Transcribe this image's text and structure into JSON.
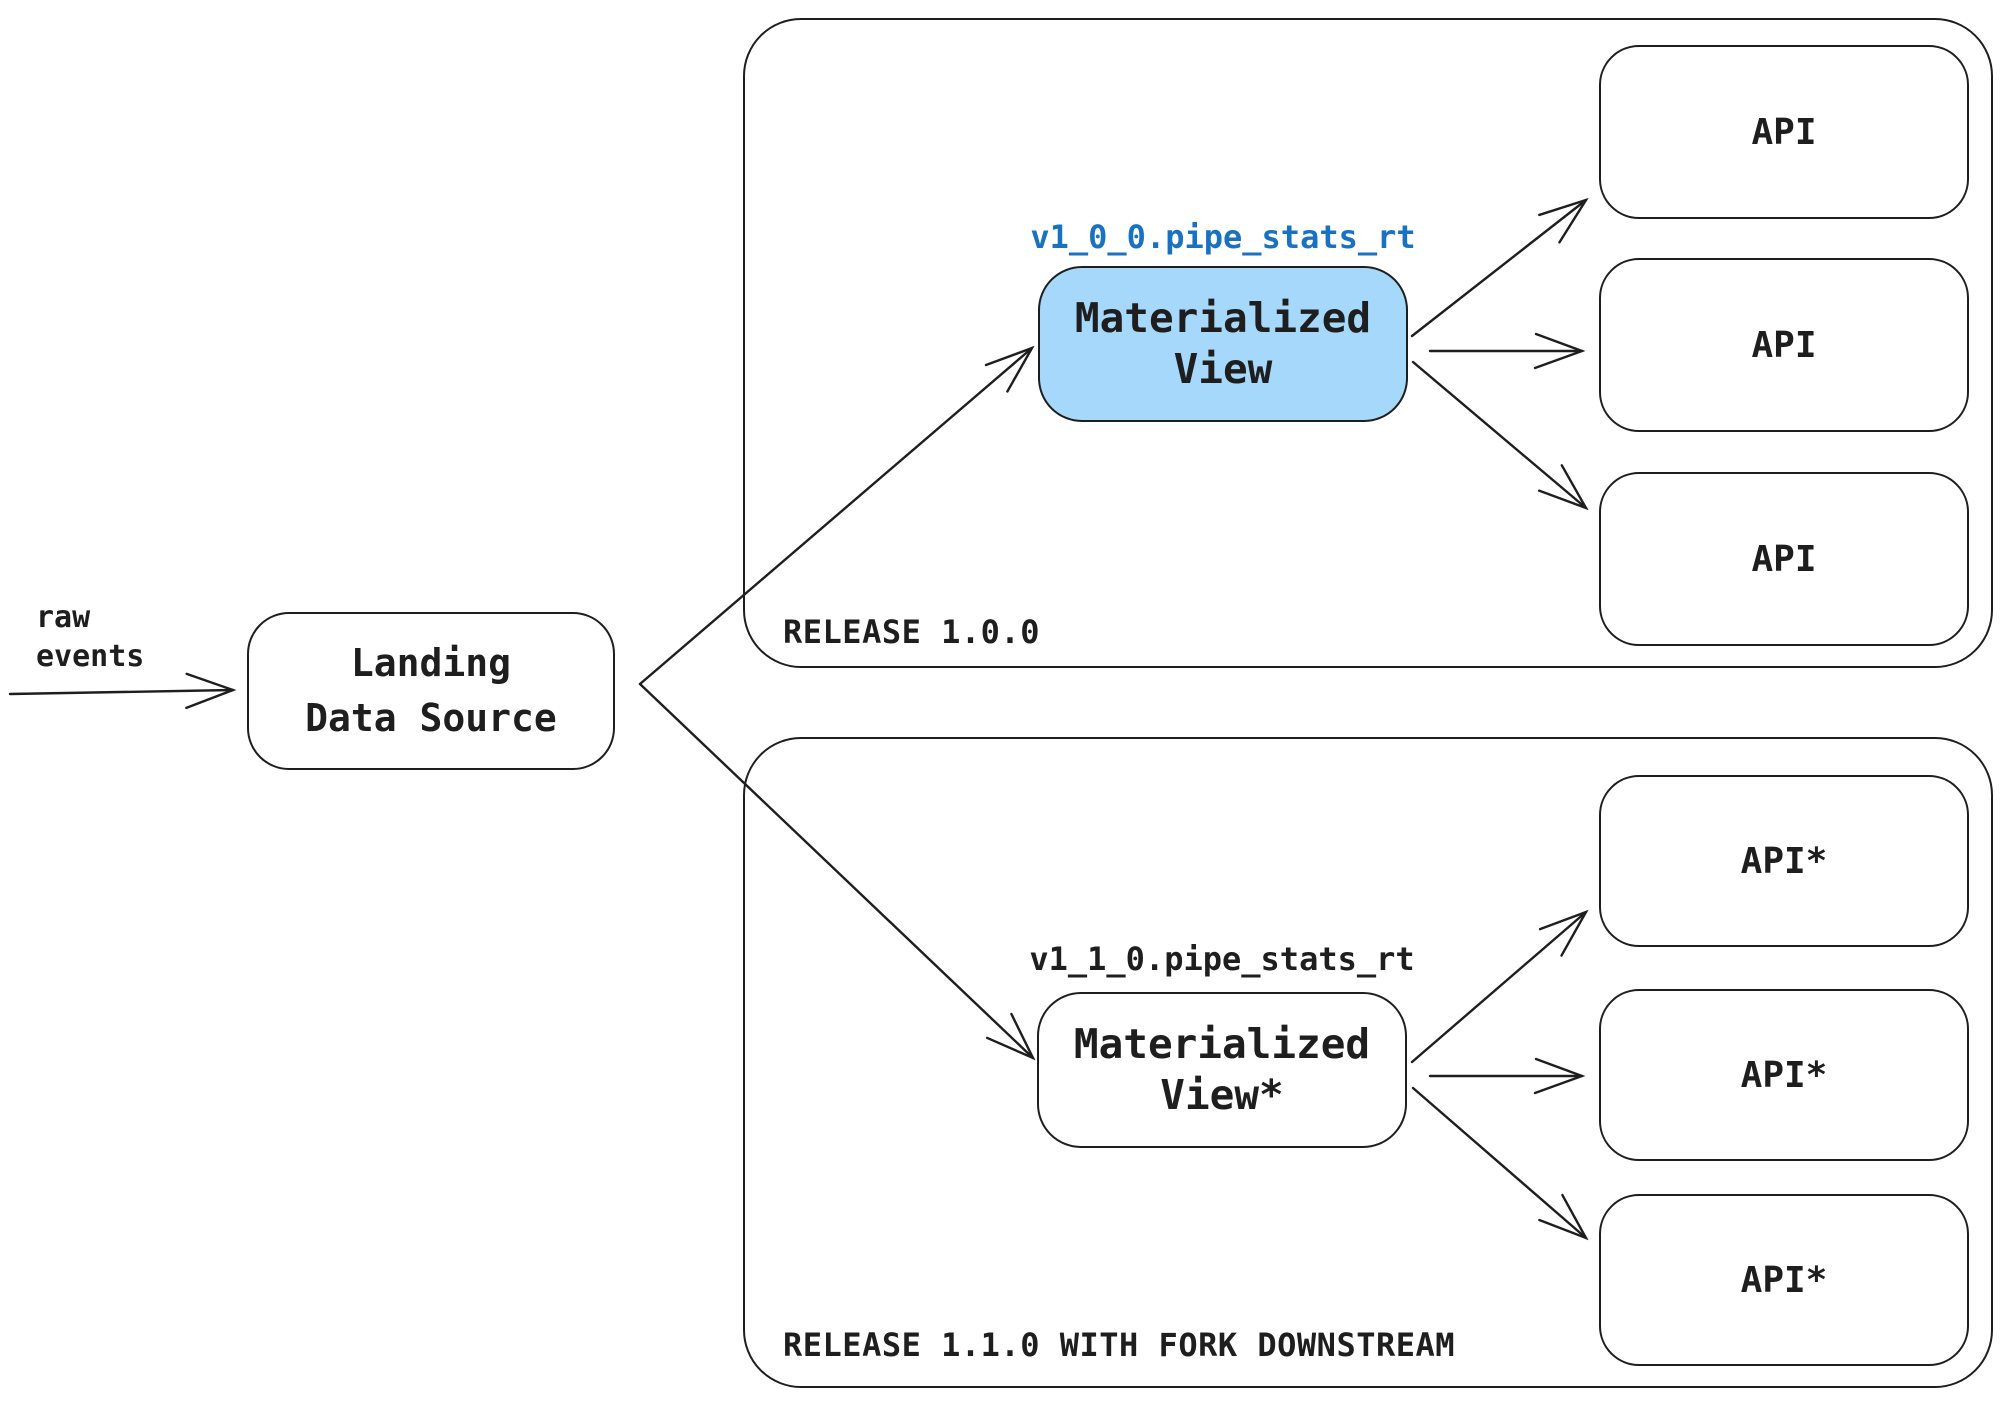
{
  "colors": {
    "stroke": "#1e1e1e",
    "text": "#1e1e1e",
    "accent_blue": "#1971c2",
    "materialized_view_fill": "#a5d8fa",
    "background": "#ffffff"
  },
  "raw_events_label": "raw\nevents",
  "landing_box": {
    "label": "Landing\nData Source"
  },
  "release_100": {
    "title": "RELEASE 1.0.0",
    "mv_version_label": "v1_0_0.pipe_stats_rt",
    "materialized_view_label": "Materialized\nView",
    "apis": [
      "API",
      "API",
      "API"
    ]
  },
  "release_110": {
    "title": "RELEASE 1.1.0 WITH FORK DOWNSTREAM",
    "mv_version_label": "v1_1_0.pipe_stats_rt",
    "materialized_view_label": "Materialized\nView*",
    "apis": [
      "API*",
      "API*",
      "API*"
    ]
  }
}
